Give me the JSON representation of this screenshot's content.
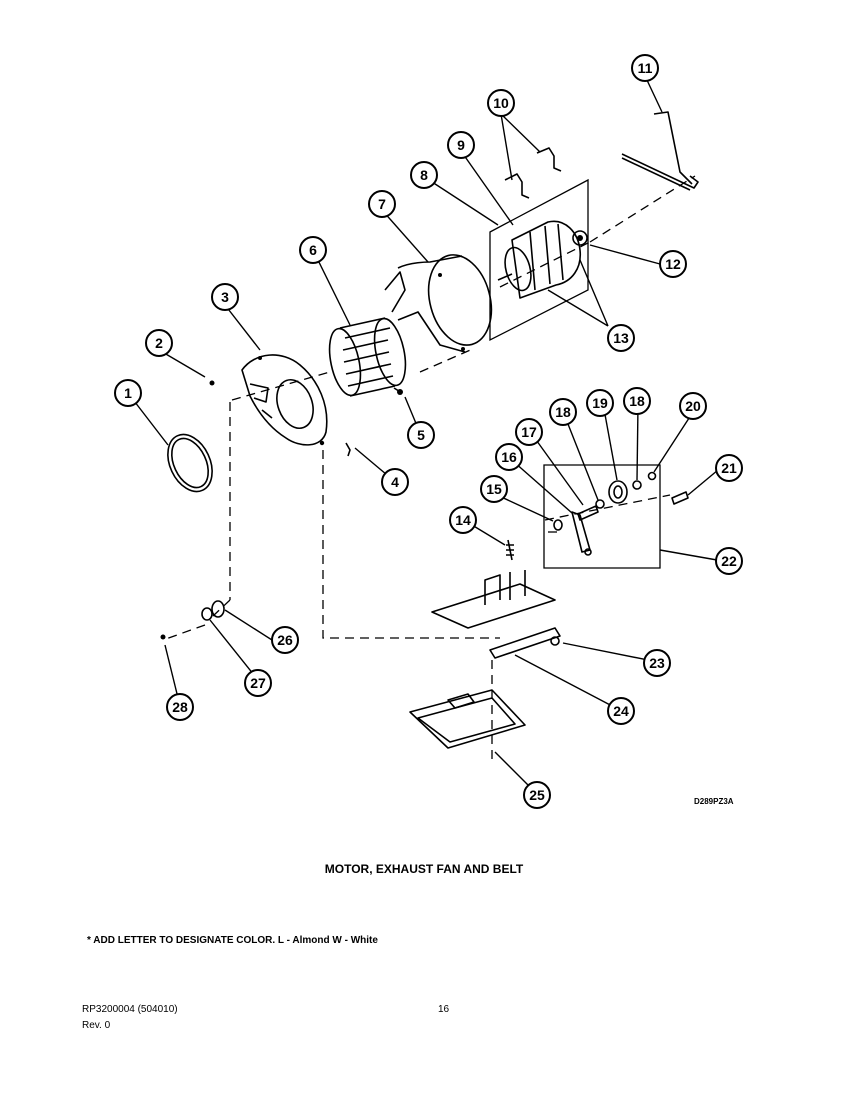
{
  "callouts": [
    "1",
    "2",
    "3",
    "4",
    "5",
    "6",
    "7",
    "8",
    "9",
    "10",
    "11",
    "12",
    "13",
    "14",
    "15",
    "16",
    "17",
    "18",
    "18",
    "19",
    "20",
    "21",
    "22",
    "23",
    "24",
    "25",
    "26",
    "27",
    "28"
  ],
  "diagram_code": "D289PZ3A",
  "title": "MOTOR, EXHAUST FAN AND BELT",
  "color_note": "* ADD LETTER TO DESIGNATE COLOR.  L - Almond  W - White",
  "footer": {
    "doc_number": "RP3200004    (504010)",
    "page_number": "16",
    "revision": "Rev. 0"
  }
}
